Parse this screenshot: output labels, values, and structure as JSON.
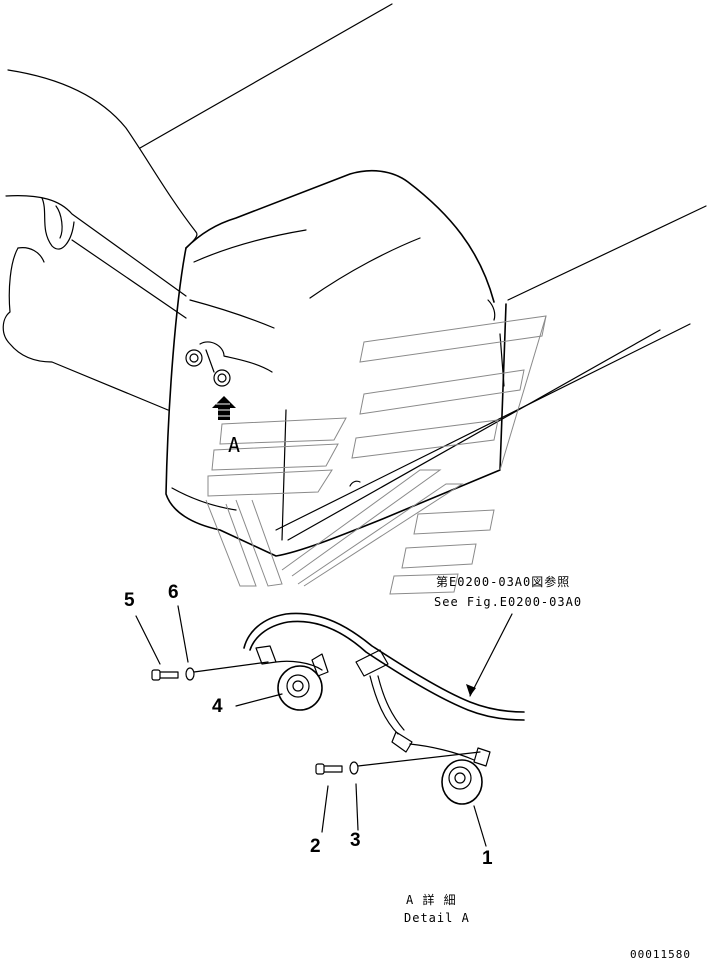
{
  "callouts": {
    "part_1": "1",
    "part_2": "2",
    "part_3": "3",
    "part_4": "4",
    "part_5": "5",
    "part_6": "6"
  },
  "view_marker": "A",
  "reference": {
    "jp": "第E0200-03A0図参照",
    "en": "See Fig.E0200-03A0"
  },
  "detail": {
    "jp": "A 詳 細",
    "en": "Detail A"
  },
  "drawing_number": "00011580"
}
